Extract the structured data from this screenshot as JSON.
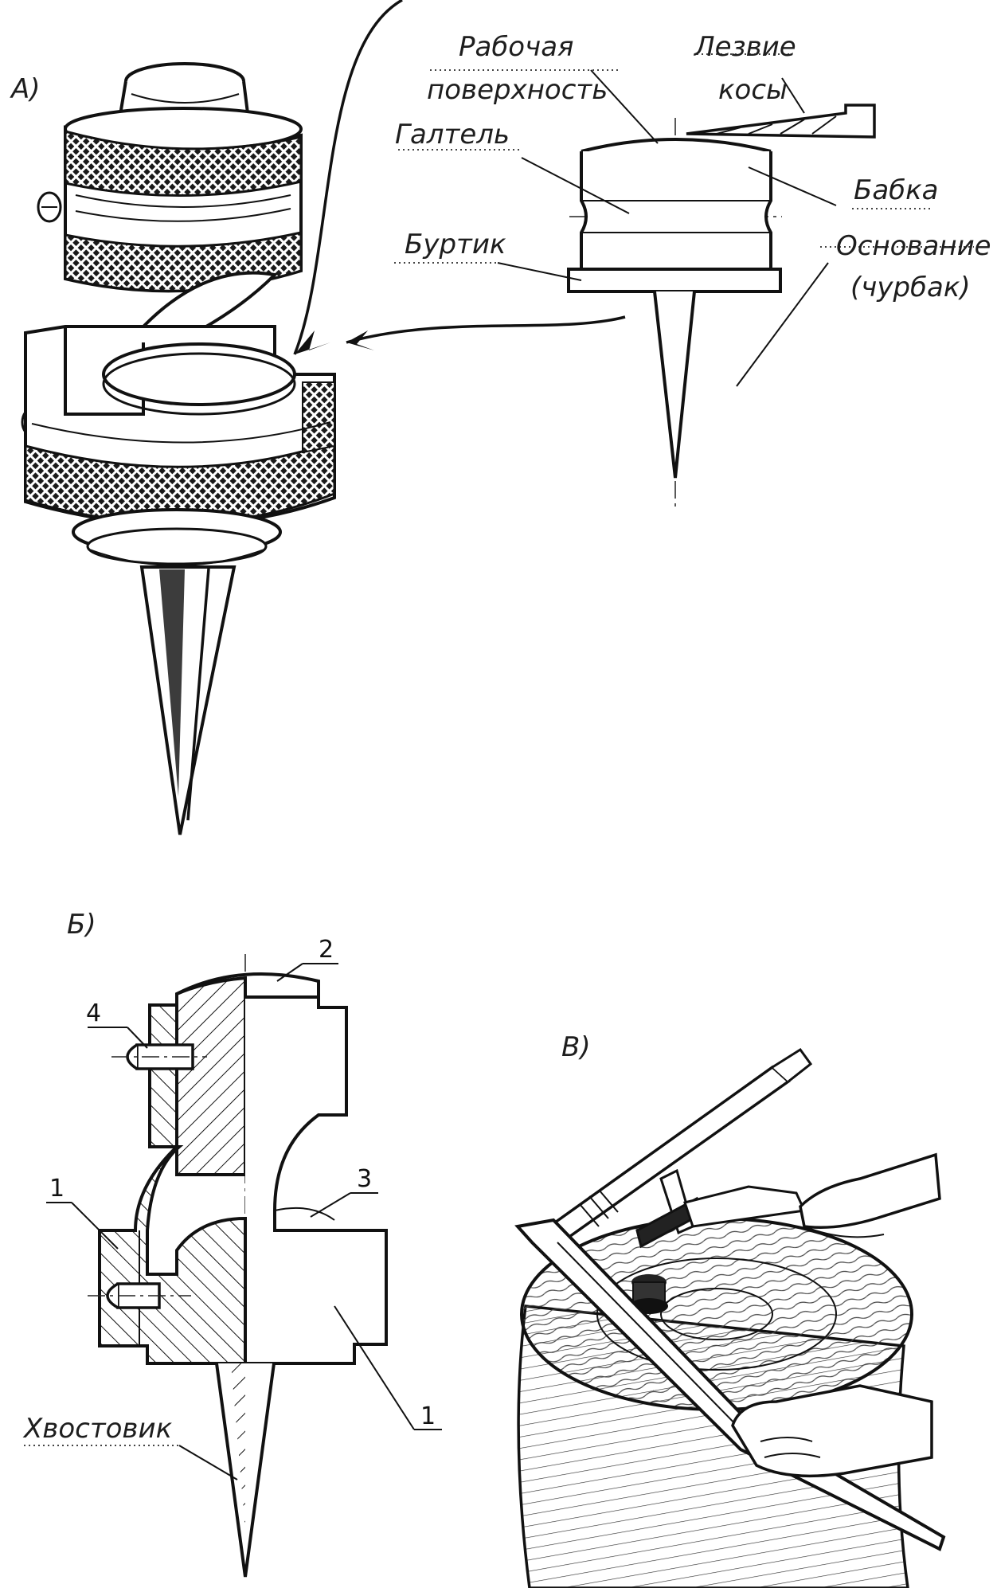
{
  "panels": {
    "a": {
      "letter": "А)"
    },
    "b": {
      "letter": "Б)"
    },
    "c": {
      "letter": "В)"
    }
  },
  "labels_a": {
    "working_surface_1": "Рабочая",
    "working_surface_2": "поверхность",
    "blade_1": "Лезвие",
    "blade_2": "косы",
    "fillet": "Галтель",
    "head": "Бабка",
    "collar": "Буртик",
    "base_1": "Основание",
    "base_2": "(чурбак)"
  },
  "labels_b": {
    "n1_left": "1",
    "n1_right": "1",
    "n2": "2",
    "n3": "3",
    "n4": "4",
    "shank": "Хвостовик"
  },
  "colors": {
    "ink": "#111111",
    "paper": "#ffffff"
  }
}
